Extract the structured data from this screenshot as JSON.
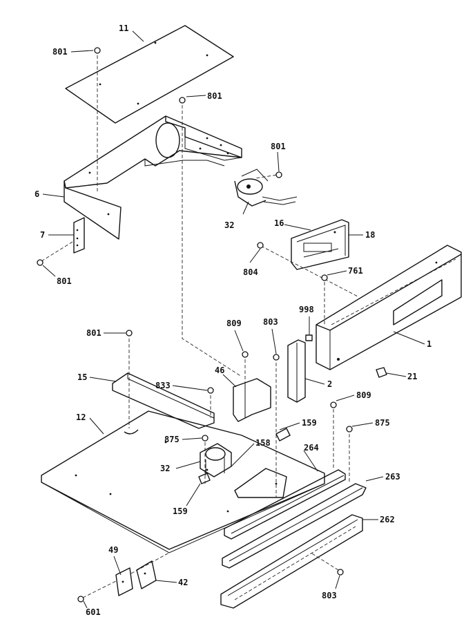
{
  "labels": {
    "l11": "11",
    "l801a": "801",
    "l801b": "801",
    "l801c": "801",
    "l6": "6",
    "l7": "7",
    "l801d": "801",
    "l32a": "32",
    "l16": "16",
    "l18": "18",
    "l804": "804",
    "l761": "761",
    "l998": "998",
    "l1": "1",
    "l801e": "801",
    "l809a": "809",
    "l803a": "803",
    "l21": "21",
    "l15": "15",
    "l833": "833",
    "l46": "46",
    "l2": "2",
    "l809b": "809",
    "l159a": "159",
    "l875a": "875",
    "l12": "12",
    "l158": "158",
    "l875b": "875",
    "l32b": "32",
    "l264": "264",
    "l263": "263",
    "l159b": "159",
    "l262": "262",
    "l49": "49",
    "l42": "42",
    "l803b": "803",
    "l601": "601"
  }
}
